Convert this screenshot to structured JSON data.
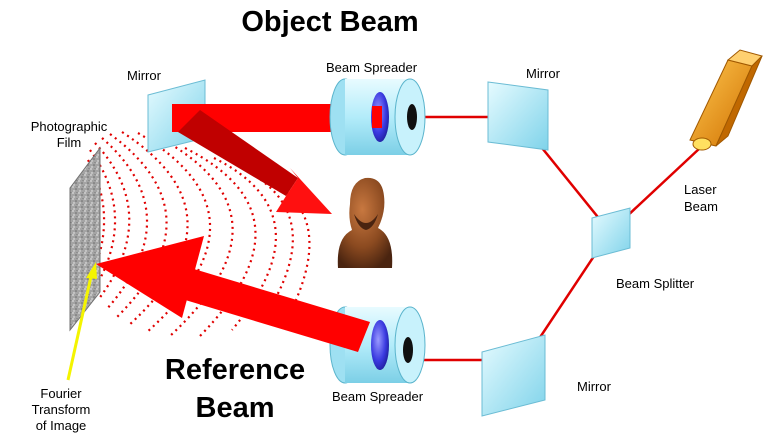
{
  "titles": {
    "object_beam": "Object Beam",
    "reference_beam_line1": "Reference",
    "reference_beam_line2": "Beam"
  },
  "labels": {
    "mirror_top_left": "Mirror",
    "mirror_top_right": "Mirror",
    "mirror_bottom": "Mirror",
    "beam_spreader_top": "Beam Spreader",
    "beam_spreader_bottom": "Beam Spreader",
    "photographic_film_line1": "Photographic",
    "photographic_film_line2": "Film",
    "laser_beam_line1": "Laser",
    "laser_beam_line2": "Beam",
    "beam_splitter": "Beam Splitter",
    "fourier_line1": "Fourier",
    "fourier_line2": "Transform",
    "fourier_line3": "of Image"
  },
  "colors": {
    "beam_red": "#ff0000",
    "laser_line": "#e00000",
    "mirror_glass": "#aeeaf8",
    "spreader_body": "#b8eefa",
    "lens_blue": "#3030d0",
    "laser_orange": "#f09a10",
    "film_gray": "#9a9a9a",
    "pointer_yellow": "#f4f400",
    "bust_bronze": "#8b4a20"
  }
}
